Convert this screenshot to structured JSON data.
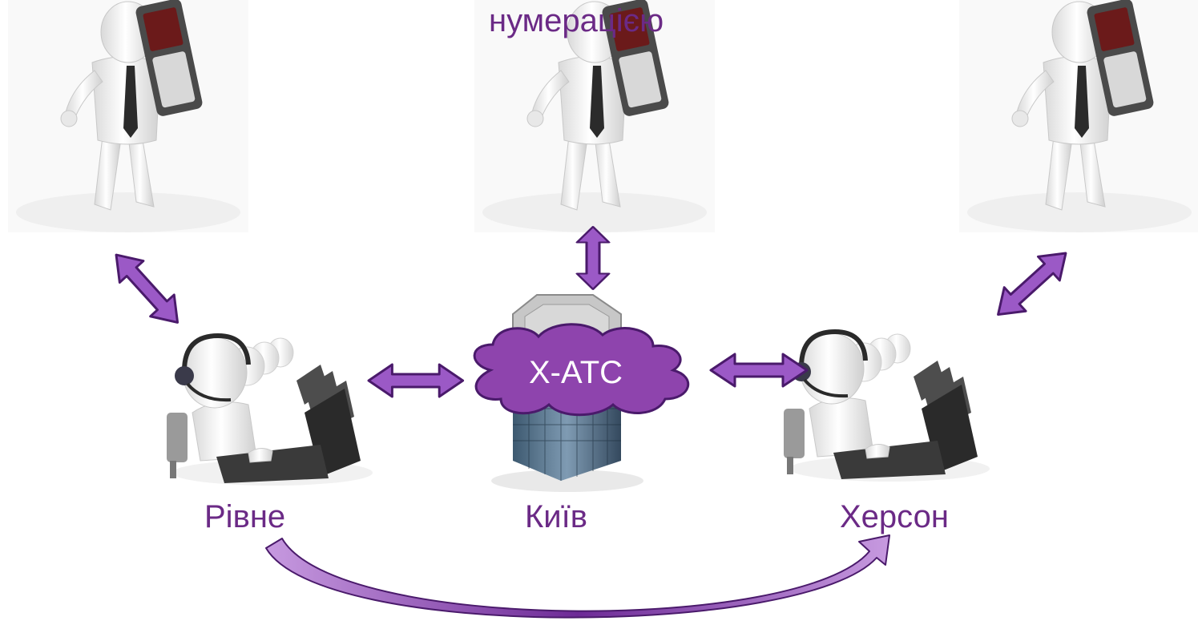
{
  "caption_top": "нумерацією",
  "exchange_label": "X-ATC",
  "city_left": "Рівне",
  "city_center": "Київ",
  "city_right": "Херсон",
  "colors": {
    "arrow_fill": "#9b59c6",
    "arrow_stroke": "#4a1a6b",
    "text": "#6b2a86",
    "cloud_fill": "#8e44ad",
    "cloud_stroke": "#4a1a6b",
    "curve_arrow": "#8a3fb5"
  },
  "icons": {
    "caller_left": "person-with-phone-icon",
    "caller_center": "person-with-phone-icon",
    "caller_right": "person-with-phone-icon",
    "callcenter_left": "call-center-operators-icon",
    "callcenter_right": "call-center-operators-icon",
    "exchange": "office-building-icon"
  }
}
